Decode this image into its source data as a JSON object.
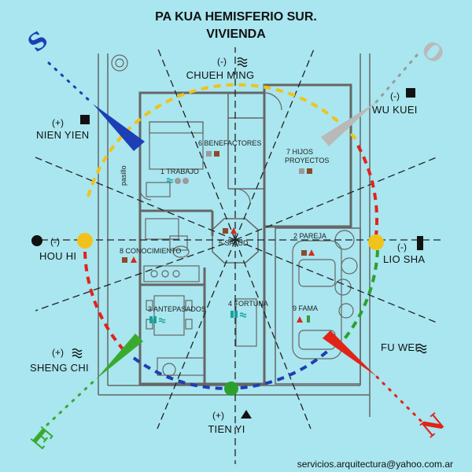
{
  "title": {
    "line1": "PA KUA HEMISFERIO SUR.",
    "line2": "VIVIENDA"
  },
  "corners": {
    "top_left": "S",
    "top_right": "O",
    "bottom_left": "E",
    "bottom_right": "N"
  },
  "directions": [
    {
      "key": "top",
      "sign": "(-)",
      "name": "CHUEH MING",
      "symbol": "water"
    },
    {
      "key": "top_right",
      "sign": "(-)",
      "name": "WU KUEI",
      "symbol": "square"
    },
    {
      "key": "right",
      "sign": "(-)",
      "name": "LIO SHA",
      "symbol": "rect"
    },
    {
      "key": "bottom_right",
      "sign": "",
      "name": "FU WEI",
      "symbol": "water"
    },
    {
      "key": "bottom",
      "sign": "(+)",
      "name": "TIEN YI",
      "symbol": "triangle"
    },
    {
      "key": "bottom_left",
      "sign": "(+)",
      "name": "SHENG CHI",
      "symbol": "water"
    },
    {
      "key": "left",
      "sign": "(-)",
      "name": "HOU HI",
      "symbol": "circle"
    },
    {
      "key": "top_left",
      "sign": "(+)",
      "name": "NIEN YIEN",
      "symbol": "square"
    }
  ],
  "rooms": {
    "trabajo": "1 TRABAJO",
    "pareja": "2 PAREJA",
    "antepasados": "3 ANTEPASADOS",
    "fortuna": "4 FORTUNA",
    "salud": "5 SALUD",
    "benefactores": "6 BENEFACTORES",
    "hijos_1": "7 HIJOS",
    "hijos_2": "PROYECTOS",
    "conocimiento": "8 CONOCIMIENTO",
    "fama": "9 FAMA"
  },
  "pasillo": "pasillo",
  "footer": {
    "email": "servicios.arquitectura@yahoo.com.ar"
  },
  "colors": {
    "background": "#a9e6ef",
    "ring_yellow": "#f2c21c",
    "ring_red": "#e2231a",
    "ring_blue": "#1f3fb0",
    "ring_green": "#2ca02c",
    "needle_blue": "#1d3fb5",
    "needle_grey": "#b9b9b9",
    "needle_green": "#3aaa2e",
    "needle_red": "#e22318",
    "marker_brown": "#8b4a2b",
    "marker_red": "#d62a1f",
    "marker_teal": "#1aa29a",
    "marker_grey": "#9a9a9a",
    "marker_green": "#2f9e3a"
  }
}
